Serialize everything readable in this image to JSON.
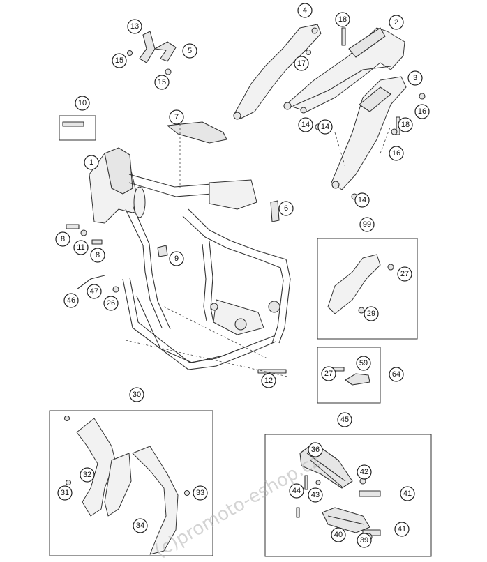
{
  "watermark": "(c)promoto-eshop.cz",
  "callouts": [
    "1",
    "2",
    "3",
    "4",
    "5",
    "6",
    "7",
    "8",
    "8",
    "9",
    "10",
    "11",
    "12",
    "13",
    "14",
    "14",
    "14",
    "15",
    "15",
    "16",
    "16",
    "17",
    "18",
    "18",
    "26",
    "27",
    "27",
    "29",
    "30",
    "31",
    "32",
    "33",
    "34",
    "36",
    "39",
    "40",
    "41",
    "41",
    "42",
    "43",
    "44",
    "45",
    "46",
    "47",
    "59",
    "64",
    "99"
  ]
}
